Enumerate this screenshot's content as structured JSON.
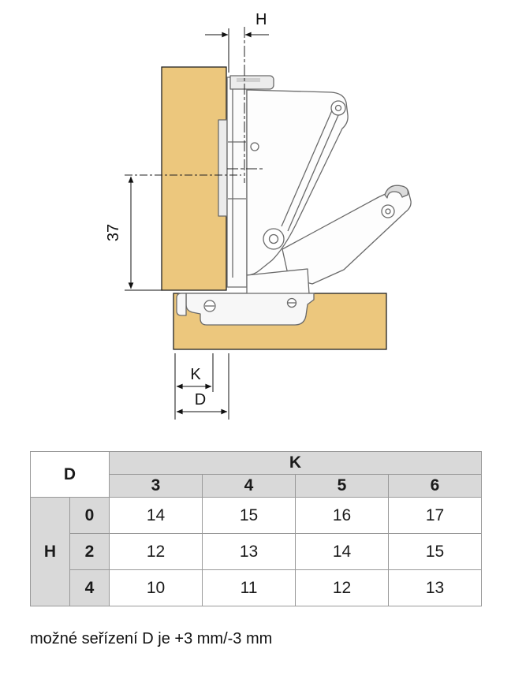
{
  "diagram": {
    "labels": {
      "h": "H",
      "depth_37": "37",
      "k": "K",
      "d": "D"
    },
    "colors": {
      "wood": "#ECC77D",
      "hinge_line": "#6a6a6a",
      "dimension": "#111111"
    }
  },
  "table": {
    "corner_label": "D",
    "k_header": "K",
    "k_columns": [
      "3",
      "4",
      "5",
      "6"
    ],
    "h_header": "H",
    "rows": [
      {
        "h": "0",
        "values": [
          "14",
          "15",
          "16",
          "17"
        ]
      },
      {
        "h": "2",
        "values": [
          "12",
          "13",
          "14",
          "15"
        ]
      },
      {
        "h": "4",
        "values": [
          "10",
          "11",
          "12",
          "13"
        ]
      }
    ]
  },
  "footnote": "možné seřízení D je +3 mm/-3 mm"
}
